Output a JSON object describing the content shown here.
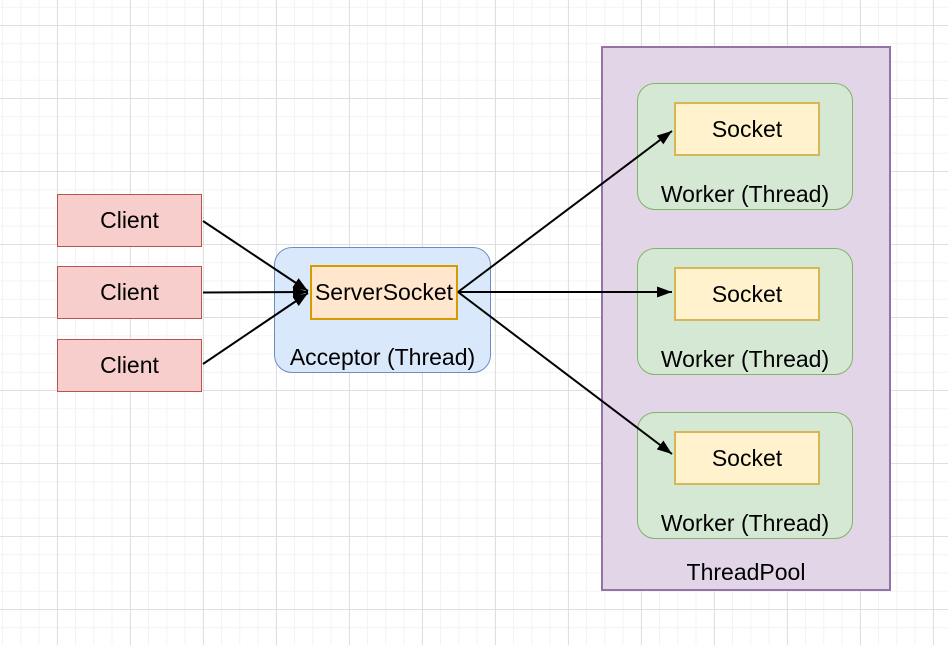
{
  "diagram": {
    "clients": [
      {
        "label": "Client"
      },
      {
        "label": "Client"
      },
      {
        "label": "Client"
      }
    ],
    "acceptor": {
      "server_socket_label": "ServerSocket",
      "label": "Acceptor (Thread)"
    },
    "thread_pool": {
      "label": "ThreadPool",
      "workers": [
        {
          "socket_label": "Socket",
          "label": "Worker (Thread)"
        },
        {
          "socket_label": "Socket",
          "label": "Worker (Thread)"
        },
        {
          "socket_label": "Socket",
          "label": "Worker (Thread)"
        }
      ]
    },
    "colors": {
      "client_fill": "#f8cecc",
      "client_stroke": "#b85450",
      "acceptor_fill": "#dae8fc",
      "acceptor_stroke": "#6c8ebf",
      "server_socket_fill": "#ffe6cc",
      "server_socket_stroke": "#d79b00",
      "thread_pool_fill": "#e1d5e7",
      "thread_pool_stroke": "#9673a6",
      "worker_fill": "#d5e8d4",
      "worker_stroke": "#82b366",
      "socket_fill": "#fff2cc",
      "socket_stroke": "#d6b656",
      "arrow": "#000000",
      "grid_minor": "#f3f3f3",
      "grid_major": "#dfdfdf"
    }
  }
}
